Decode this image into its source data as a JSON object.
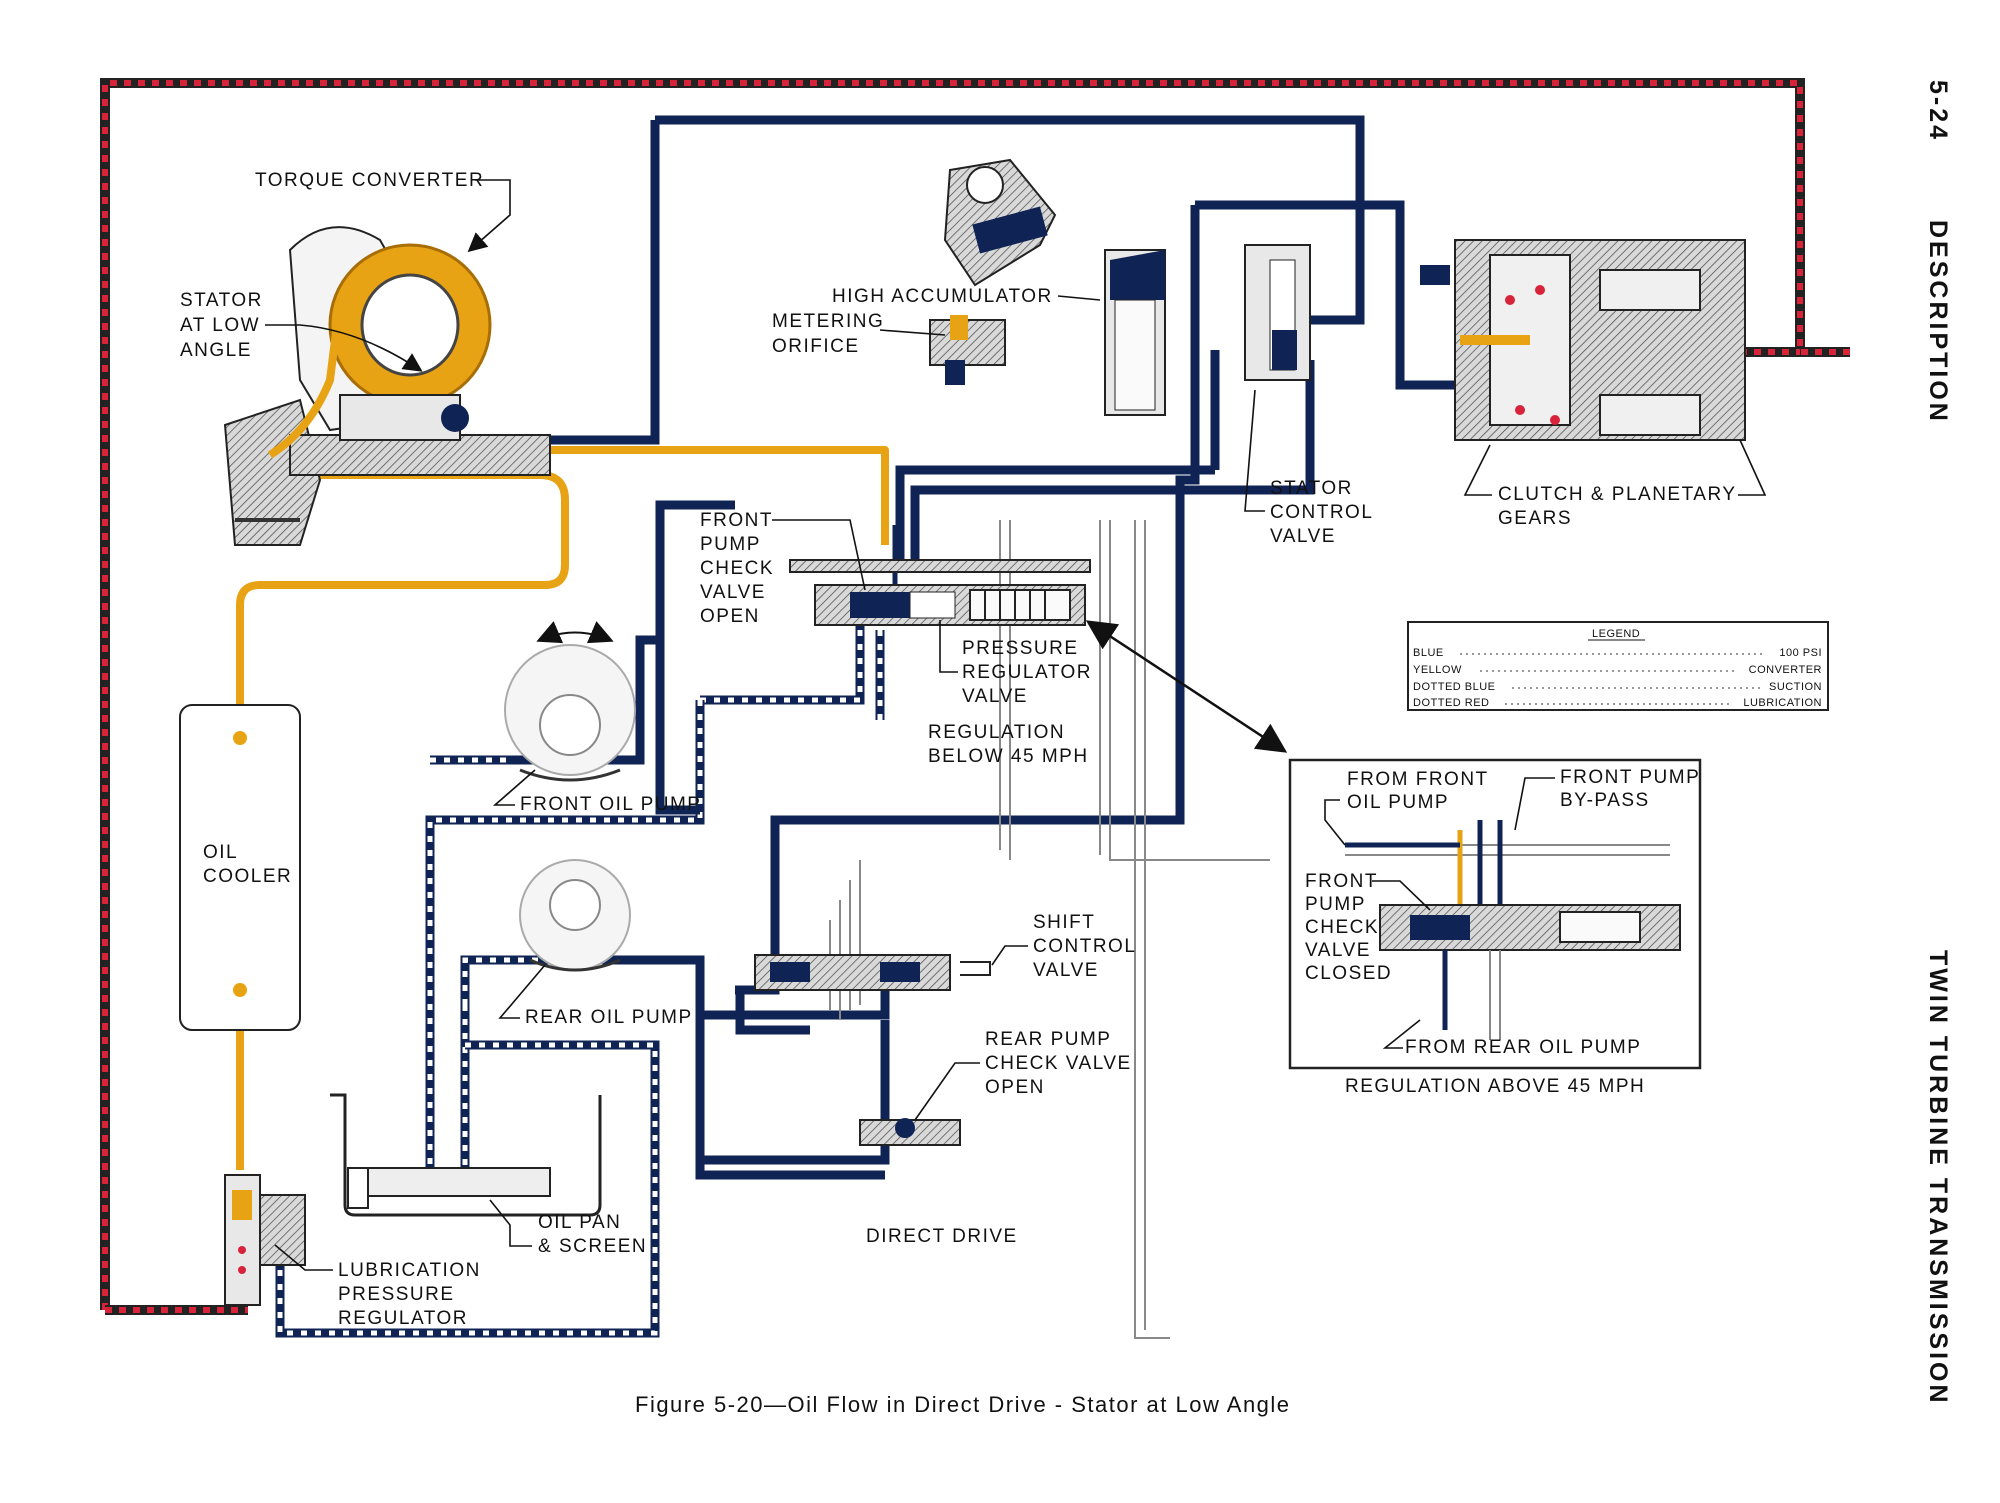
{
  "page": {
    "section_number": "5-24",
    "section_title": "DESCRIPTION",
    "side_title": "TWIN TURBINE TRANSMISSION",
    "caption": "Figure 5-20—Oil Flow in Direct Drive - Stator at Low Angle"
  },
  "labels": {
    "torque_converter": "TORQUE CONVERTER",
    "stator": [
      "STATOR",
      "AT LOW",
      "ANGLE"
    ],
    "high_accumulator": "HIGH ACCUMULATOR",
    "metering_orifice": [
      "METERING",
      "ORIFICE"
    ],
    "stator_control_valve": [
      "STATOR",
      "CONTROL",
      "VALVE"
    ],
    "clutch_planetary": [
      "CLUTCH & PLANETARY",
      "GEARS"
    ],
    "front_pump_check_open": [
      "FRONT",
      "PUMP",
      "CHECK",
      "VALVE",
      "OPEN"
    ],
    "pressure_regulator": [
      "PRESSURE",
      "REGULATOR",
      "VALVE"
    ],
    "regulation_below": [
      "REGULATION",
      "BELOW 45 MPH"
    ],
    "front_oil_pump": "FRONT OIL PUMP",
    "oil_cooler": [
      "OIL",
      "COOLER"
    ],
    "rear_oil_pump": "REAR OIL PUMP",
    "shift_control_valve": [
      "SHIFT",
      "CONTROL",
      "VALVE"
    ],
    "rear_pump_check": [
      "REAR PUMP",
      "CHECK VALVE",
      "OPEN"
    ],
    "oil_pan": [
      "OIL PAN",
      "& SCREEN"
    ],
    "lubrication_regulator": [
      "LUBRICATION",
      "PRESSURE",
      "REGULATOR"
    ],
    "direct_drive": "DIRECT DRIVE"
  },
  "inset": {
    "from_front_pump": [
      "FROM FRONT",
      "OIL PUMP"
    ],
    "front_pump_bypass": [
      "FRONT PUMP",
      "BY-PASS"
    ],
    "front_pump_check_closed": [
      "FRONT",
      "PUMP",
      "CHECK",
      "VALVE",
      "CLOSED"
    ],
    "from_rear_pump": "FROM REAR OIL PUMP",
    "caption": "REGULATION ABOVE 45 MPH"
  },
  "legend": {
    "title": "LEGEND",
    "rows": [
      {
        "key": "BLUE",
        "value": "100 PSI"
      },
      {
        "key": "YELLOW",
        "value": "CONVERTER"
      },
      {
        "key": "DOTTED BLUE",
        "value": "SUCTION"
      },
      {
        "key": "DOTTED RED",
        "value": "LUBRICATION"
      }
    ]
  },
  "colors": {
    "pressure_blue": "#0f2454",
    "converter_yellow": "#e8a315",
    "lubrication_red": "#d8243a"
  }
}
